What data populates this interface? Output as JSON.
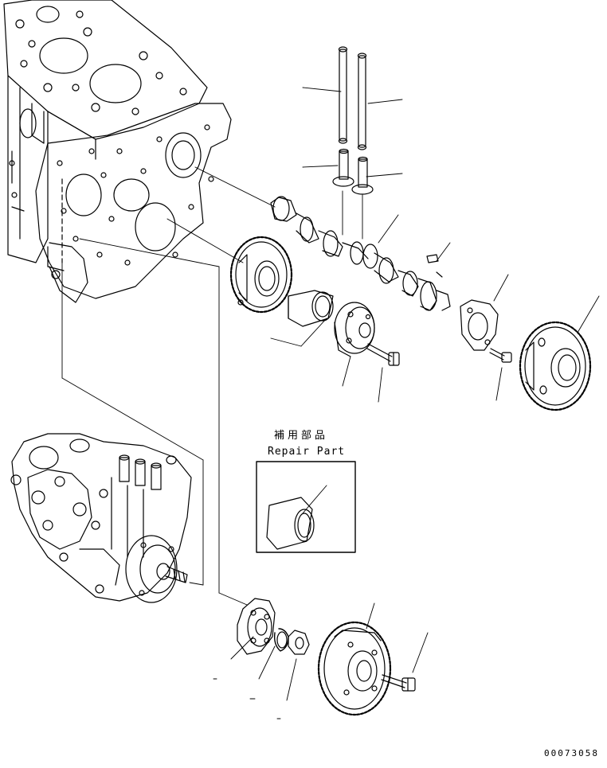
{
  "repair_box": {
    "title_jp": "補用部品",
    "title_en": "Repair Part"
  },
  "document_number": "00073058"
}
